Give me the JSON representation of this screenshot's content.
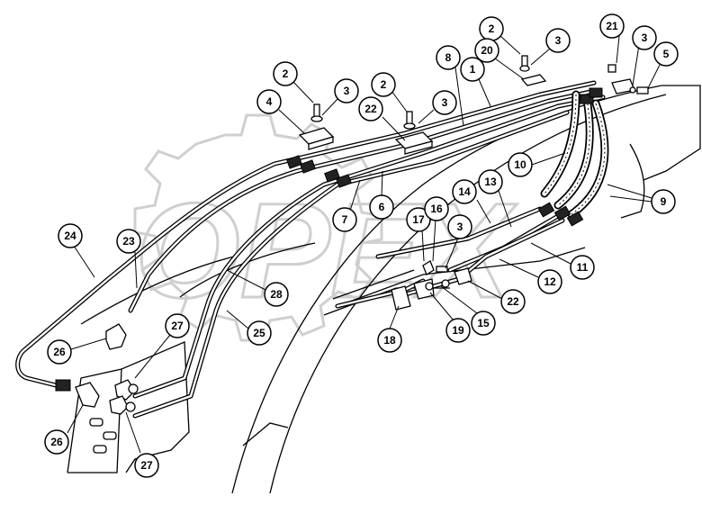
{
  "watermark": {
    "text": "OPEX"
  },
  "callouts": [
    {
      "id": "c24",
      "label": "24"
    },
    {
      "id": "c23",
      "label": "23"
    },
    {
      "id": "c4",
      "label": "4"
    },
    {
      "id": "c2a",
      "label": "2"
    },
    {
      "id": "c3a",
      "label": "3"
    },
    {
      "id": "c2b",
      "label": "2"
    },
    {
      "id": "c22a",
      "label": "22"
    },
    {
      "id": "c3b",
      "label": "3"
    },
    {
      "id": "c8",
      "label": "8"
    },
    {
      "id": "c1",
      "label": "1"
    },
    {
      "id": "c2c",
      "label": "2"
    },
    {
      "id": "c20",
      "label": "20"
    },
    {
      "id": "c3c",
      "label": "3"
    },
    {
      "id": "c21",
      "label": "21"
    },
    {
      "id": "c3d",
      "label": "3"
    },
    {
      "id": "c5",
      "label": "5"
    },
    {
      "id": "c10",
      "label": "10"
    },
    {
      "id": "c9",
      "label": "9"
    },
    {
      "id": "c14",
      "label": "14"
    },
    {
      "id": "c13",
      "label": "13"
    },
    {
      "id": "c6",
      "label": "6"
    },
    {
      "id": "c7",
      "label": "7"
    },
    {
      "id": "c17",
      "label": "17"
    },
    {
      "id": "c16",
      "label": "16"
    },
    {
      "id": "c3e",
      "label": "3"
    },
    {
      "id": "c11",
      "label": "11"
    },
    {
      "id": "c12",
      "label": "12"
    },
    {
      "id": "c22b",
      "label": "22"
    },
    {
      "id": "c28",
      "label": "28"
    },
    {
      "id": "c25",
      "label": "25"
    },
    {
      "id": "c27a",
      "label": "27"
    },
    {
      "id": "c26a",
      "label": "26"
    },
    {
      "id": "c26b",
      "label": "26"
    },
    {
      "id": "c27b",
      "label": "27"
    },
    {
      "id": "c18",
      "label": "18"
    },
    {
      "id": "c19",
      "label": "19"
    },
    {
      "id": "c15",
      "label": "15"
    }
  ]
}
